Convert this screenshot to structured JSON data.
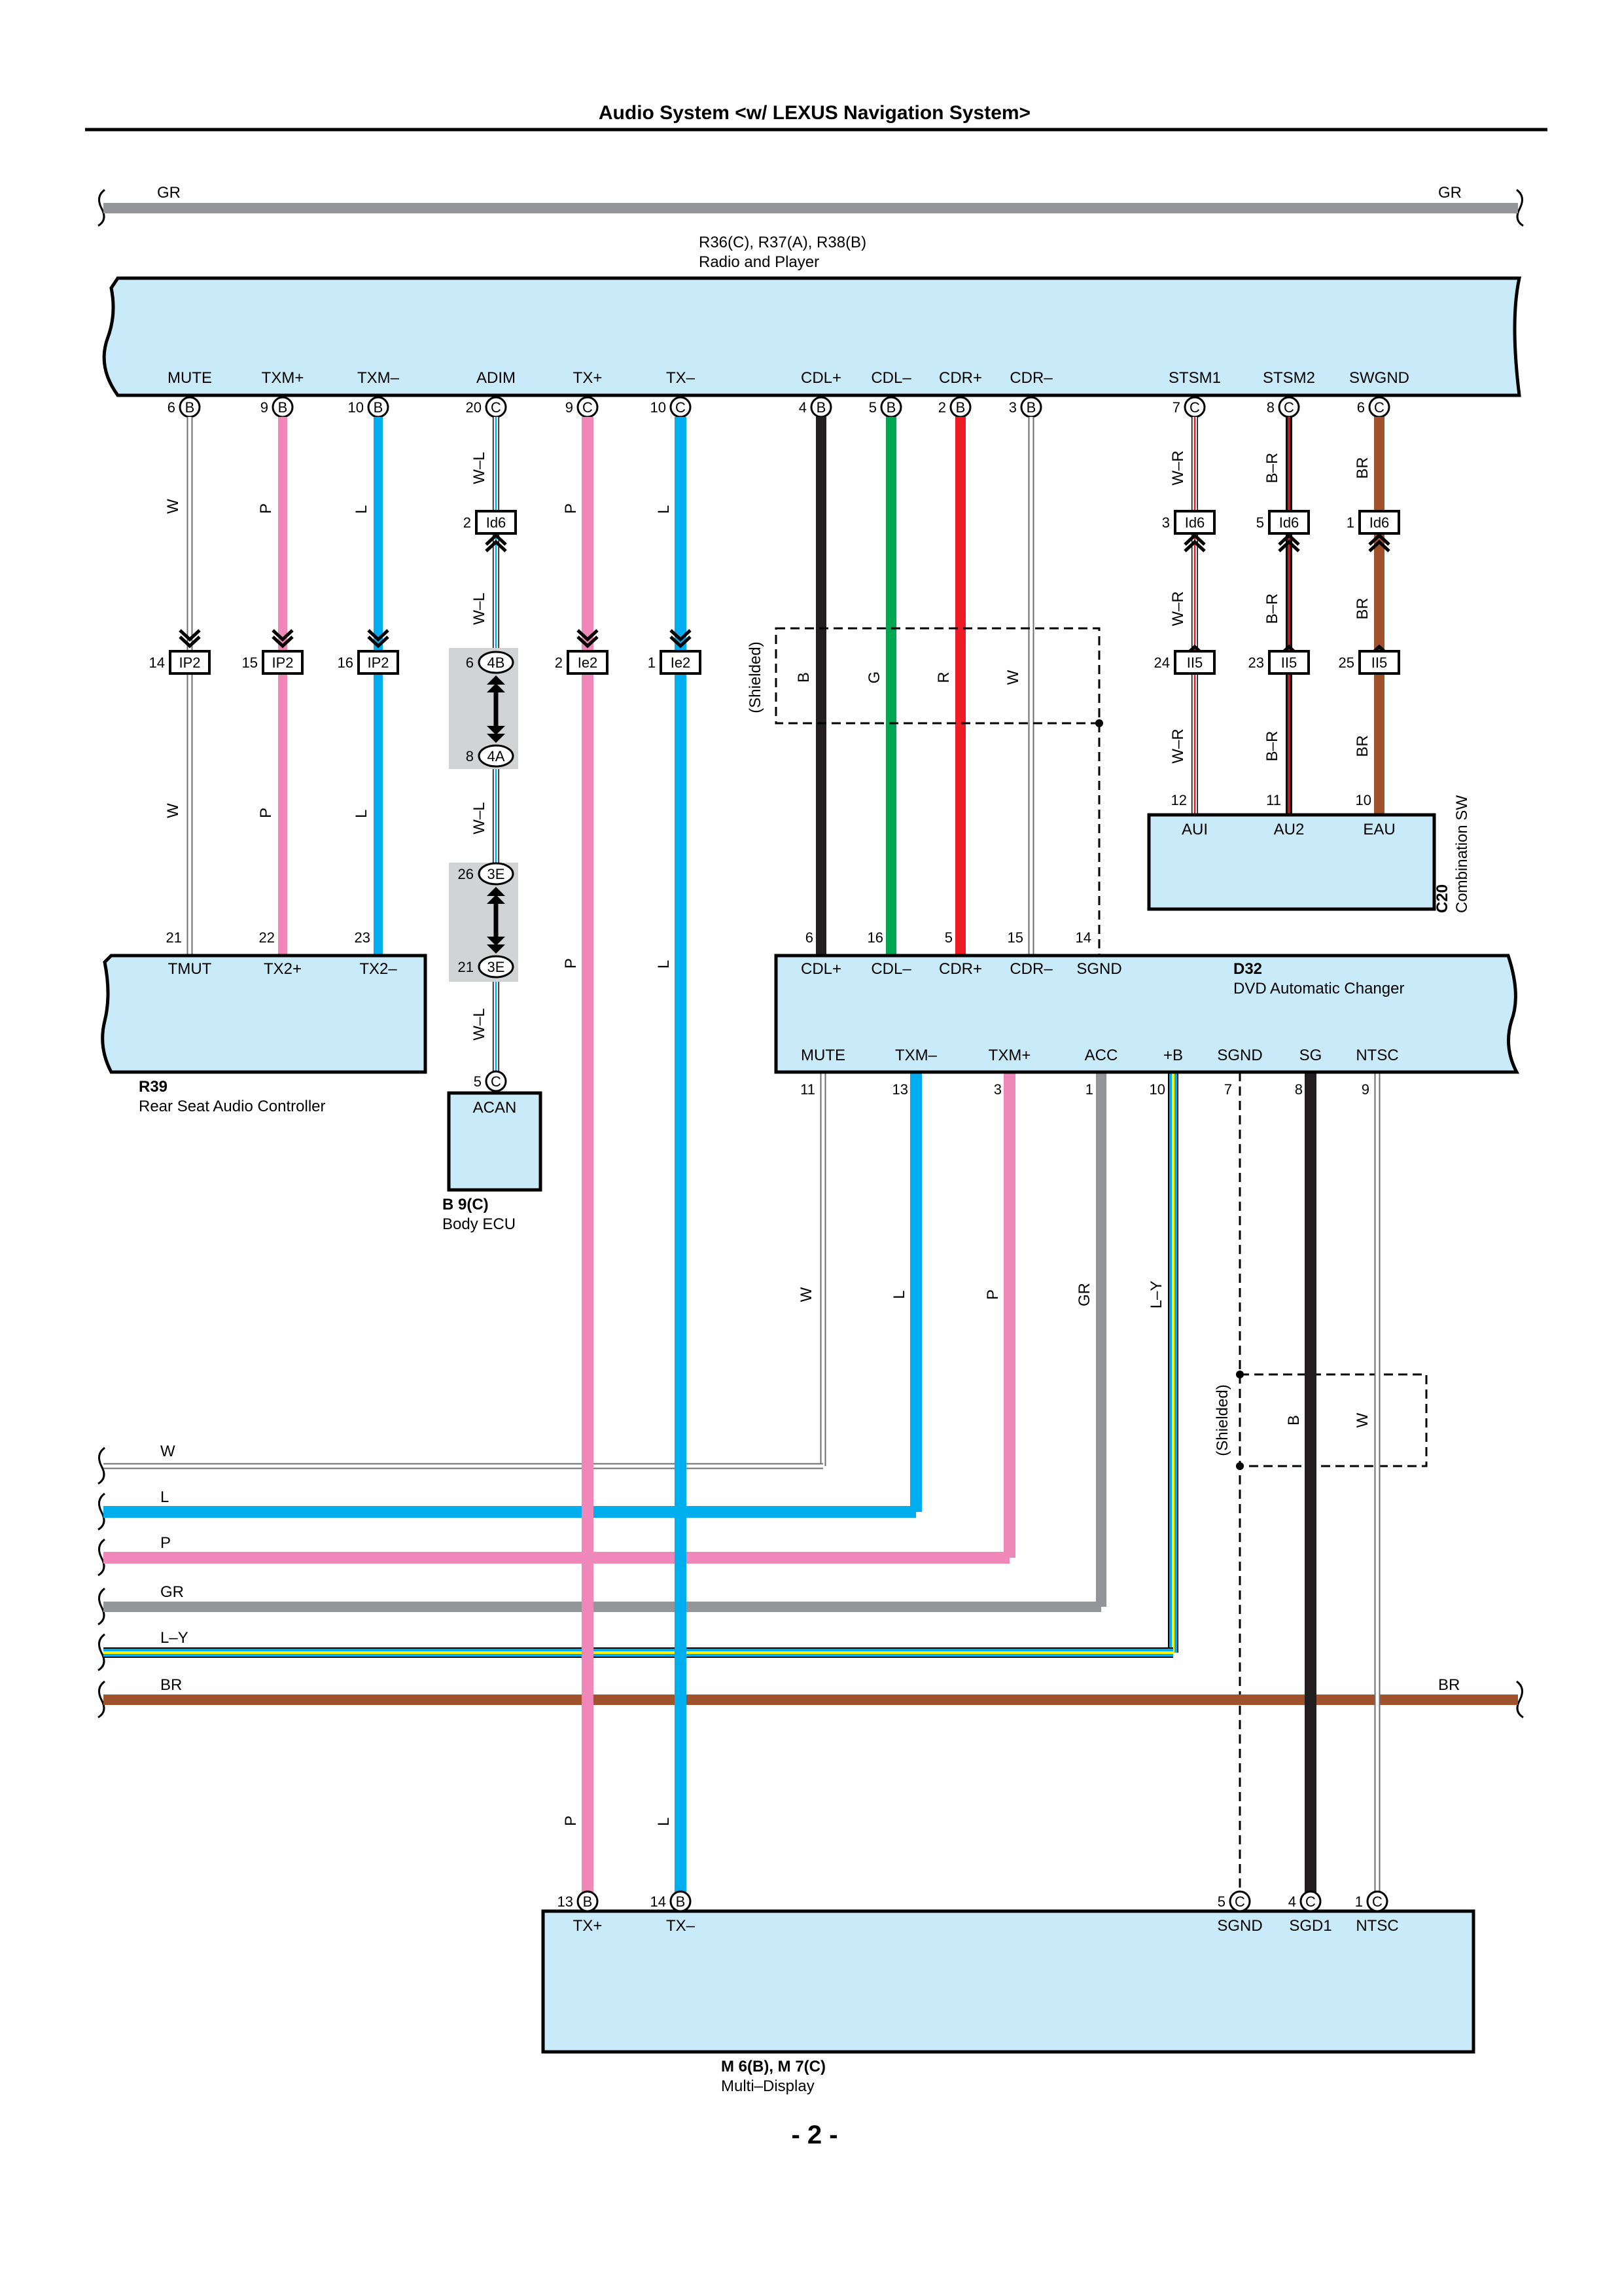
{
  "title": "Audio System <w/ LEXUS Navigation System>",
  "page_number": "- 2 -",
  "colors": {
    "GR": "#939598",
    "P": "#ef88b9",
    "L": "#00aeef",
    "B": "#231f20",
    "G": "#00a651",
    "R": "#ed1c24",
    "W": "#ffffff",
    "BR": "#a0522d",
    "Y": "#fff200",
    "box": "#c9eaf9",
    "gray_block": "#d1d3d4"
  },
  "components": {
    "radio": {
      "code": "R36(C), R37(A), R38(B)",
      "name": "Radio and Player",
      "pins": [
        {
          "label": "MUTE",
          "num": "6",
          "conn": "B"
        },
        {
          "label": "TXM+",
          "num": "9",
          "conn": "B"
        },
        {
          "label": "TXM–",
          "num": "10",
          "conn": "B"
        },
        {
          "label": "ADIM",
          "num": "20",
          "conn": "C"
        },
        {
          "label": "TX+",
          "num": "9",
          "conn": "C"
        },
        {
          "label": "TX–",
          "num": "10",
          "conn": "C"
        },
        {
          "label": "CDL+",
          "num": "4",
          "conn": "B"
        },
        {
          "label": "CDL–",
          "num": "5",
          "conn": "B"
        },
        {
          "label": "CDR+",
          "num": "2",
          "conn": "B"
        },
        {
          "label": "CDR–",
          "num": "3",
          "conn": "B"
        },
        {
          "label": "STSM1",
          "num": "7",
          "conn": "C"
        },
        {
          "label": "STSM2",
          "num": "8",
          "conn": "C"
        },
        {
          "label": "SWGND",
          "num": "6",
          "conn": "C"
        }
      ]
    },
    "rear": {
      "code": "R39",
      "name": "Rear Seat Audio Controller",
      "pins": [
        {
          "label": "TMUT",
          "num": "21"
        },
        {
          "label": "TX2+",
          "num": "22"
        },
        {
          "label": "TX2–",
          "num": "23"
        }
      ]
    },
    "body_ecu": {
      "code": "B 9(C)",
      "name": "Body ECU",
      "pin": {
        "label": "ACAN",
        "num": "5",
        "conn": "C"
      }
    },
    "dvd": {
      "code": "D32",
      "name": "DVD Automatic Changer",
      "top_pins": [
        {
          "label": "CDL+",
          "num": "6"
        },
        {
          "label": "CDL–",
          "num": "16"
        },
        {
          "label": "CDR+",
          "num": "5"
        },
        {
          "label": "CDR–",
          "num": "15"
        },
        {
          "label": "SGND",
          "num": "14"
        }
      ],
      "bottom_pins": [
        {
          "label": "MUTE",
          "num": "11"
        },
        {
          "label": "TXM–",
          "num": "13"
        },
        {
          "label": "TXM+",
          "num": "3"
        },
        {
          "label": "ACC",
          "num": "1"
        },
        {
          "label": "+B",
          "num": "10"
        },
        {
          "label": "SGND",
          "num": "7"
        },
        {
          "label": "SG",
          "num": "8"
        },
        {
          "label": "NTSC",
          "num": "9"
        }
      ]
    },
    "combo": {
      "code": "C20",
      "name": "Combination SW",
      "pins": [
        {
          "label": "AUI",
          "num": "12"
        },
        {
          "label": "AU2",
          "num": "11"
        },
        {
          "label": "EAU",
          "num": "10"
        }
      ]
    },
    "multi": {
      "code": "M 6(B), M 7(C)",
      "name": "Multi–Display",
      "pins": [
        {
          "label": "TX+",
          "num": "13",
          "conn": "B"
        },
        {
          "label": "TX–",
          "num": "14",
          "conn": "B"
        },
        {
          "label": "SGND",
          "num": "5",
          "conn": "C"
        },
        {
          "label": "SGD1",
          "num": "4",
          "conn": "C"
        },
        {
          "label": "NTSC",
          "num": "1",
          "conn": "C"
        }
      ]
    }
  },
  "connectors": {
    "ip2": [
      {
        "num": "14",
        "name": "IP2"
      },
      {
        "num": "15",
        "name": "IP2"
      },
      {
        "num": "16",
        "name": "IP2"
      }
    ],
    "id6_adim": {
      "num": "2",
      "name": "Id6"
    },
    "ie2": [
      {
        "num": "2",
        "name": "Ie2"
      },
      {
        "num": "1",
        "name": "Ie2"
      }
    ],
    "id6_right": [
      {
        "num": "3",
        "name": "Id6"
      },
      {
        "num": "5",
        "name": "Id6"
      },
      {
        "num": "1",
        "name": "Id6"
      }
    ],
    "ii5": [
      {
        "num": "24",
        "name": "II5"
      },
      {
        "num": "23",
        "name": "II5"
      },
      {
        "num": "25",
        "name": "II5"
      }
    ],
    "junction_4": [
      {
        "num": "6",
        "name": "4B"
      },
      {
        "num": "8",
        "name": "4A"
      }
    ],
    "junction_3": [
      {
        "num": "26",
        "name": "3E"
      },
      {
        "num": "21",
        "name": "3E"
      }
    ]
  },
  "wire_labels": {
    "top_gr_left": "GR",
    "top_gr_right": "GR",
    "mute_w": "W",
    "txmp_p": "P",
    "txmm_l": "L",
    "adim_wl": "W–L",
    "txp_p": "P",
    "txm_l": "L",
    "cdlp_b": "B",
    "cdlm_g": "G",
    "cdrp_r": "R",
    "cdrm_w": "W",
    "stsm1_wr": "W–R",
    "stsm2_br": "B–R",
    "swgnd_br": "BR",
    "shielded": "(Shielded)",
    "dvd_w": "W",
    "dvd_l": "L",
    "dvd_p": "P",
    "dvd_gr": "GR",
    "dvd_ly": "L–Y",
    "sh_b": "B",
    "sh_w": "W",
    "bus_w": "W",
    "bus_l": "L",
    "bus_p": "P",
    "bus_gr": "GR",
    "bus_ly": "L–Y",
    "bus_br": "BR",
    "bus_br_right": "BR"
  }
}
